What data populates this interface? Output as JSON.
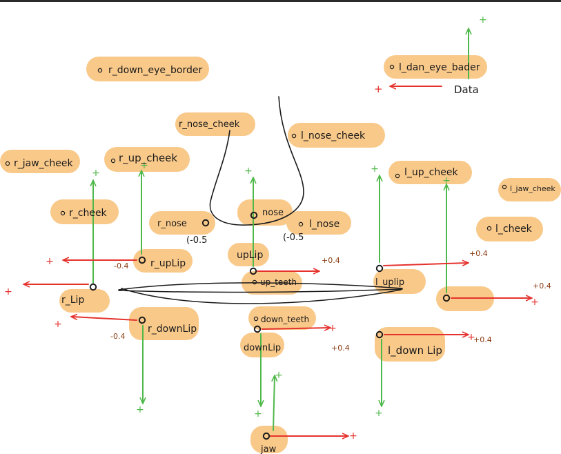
{
  "colors": {
    "highlight": "#f9c98a",
    "green": "#4fb84a",
    "red": "#e5322d",
    "ink": "#1a1a1a",
    "value": "#8a3a10",
    "background": "#ffffff"
  },
  "legend": {
    "label": "Data",
    "plus": "+",
    "green_plus": "+"
  },
  "labels": [
    {
      "id": "r_down_eye_border",
      "text": "r_down_eye_border",
      "dot": true
    },
    {
      "id": "l_down_eye_border",
      "text": "l_dan_eye_bader",
      "dot": true
    },
    {
      "id": "r_nose_cheek",
      "text": "r_nose_cheek",
      "dot": false
    },
    {
      "id": "l_nose_cheek",
      "text": "l_nose_cheek",
      "dot": true
    },
    {
      "id": "r_jaw_cheek",
      "text": "r_jaw_cheek",
      "dot": true
    },
    {
      "id": "r_up_cheek",
      "text": "r_up_cheek",
      "dot": true
    },
    {
      "id": "l_up_cheek",
      "text": "l_up_cheek",
      "dot": true
    },
    {
      "id": "l_jaw_cheek",
      "text": "l_jaw_cheek",
      "dot": true
    },
    {
      "id": "r_cheek",
      "text": "r_cheek",
      "dot": true
    },
    {
      "id": "nose",
      "text": "nose",
      "dot": false
    },
    {
      "id": "r_nose",
      "text": "r_nose",
      "dot": false
    },
    {
      "id": "l_nose",
      "text": "l_nose",
      "dot": true
    },
    {
      "id": "l_cheek",
      "text": "l_cheek",
      "dot": true
    },
    {
      "id": "uplip",
      "text": "upLip",
      "dot": false
    },
    {
      "id": "r_uplip",
      "text": "r_upLip",
      "dot": false
    },
    {
      "id": "up_teeth",
      "text": "up_teeth",
      "dot": true
    },
    {
      "id": "l_uplip",
      "text": "l_uplip",
      "dot": false
    },
    {
      "id": "r_lip",
      "text": "r_Lip",
      "dot": false
    },
    {
      "id": "l_lip",
      "text": "",
      "dot": false
    },
    {
      "id": "down_teeth",
      "text": "down_teeth",
      "dot": true
    },
    {
      "id": "r_downlip",
      "text": "r_downLip",
      "dot": false
    },
    {
      "id": "downlip",
      "text": "downLip",
      "dot": false
    },
    {
      "id": "l_downlip",
      "text": "l_down Lip",
      "dot": false
    },
    {
      "id": "jaw",
      "text": "jaw",
      "dot": false
    }
  ],
  "ranges": {
    "r_nose": "(-0.5",
    "l_nose": "(-0.5"
  },
  "values": {
    "r_uplip": "-0.4",
    "uplip": "+0.4",
    "l_uplip": "+0.4",
    "l_lip": "+0.4",
    "r_downlip": "-0.4",
    "downlip": "+0.4",
    "l_downlip": "+0.4"
  },
  "plus_sign": "+"
}
